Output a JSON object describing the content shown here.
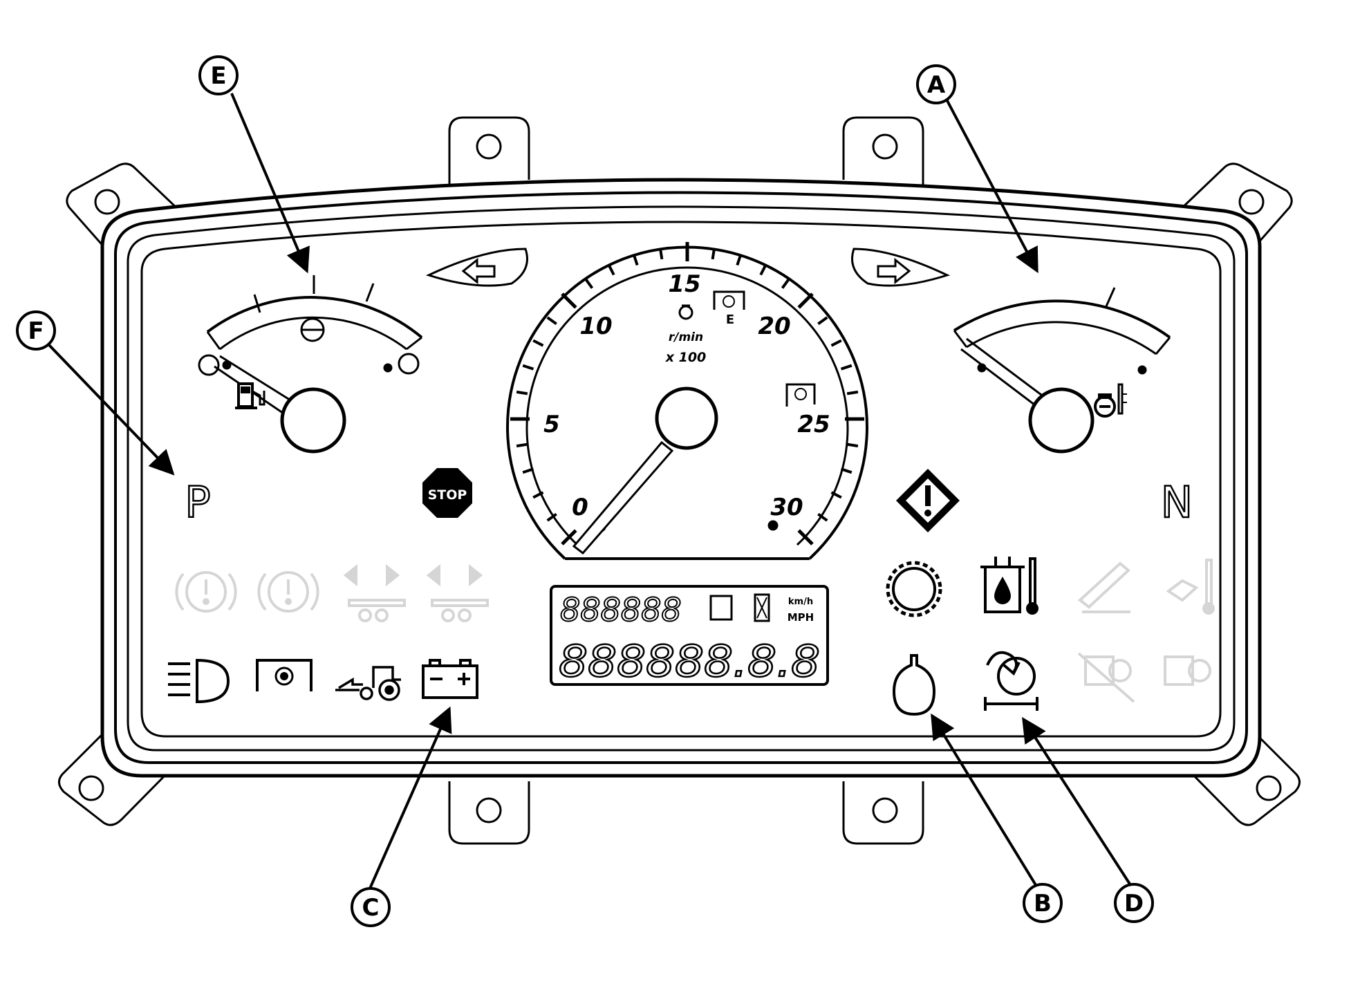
{
  "callouts": {
    "a": "A",
    "b": "B",
    "c": "C",
    "d": "D",
    "e": "E",
    "f": "F"
  },
  "tachometer": {
    "scale_labels": [
      "0",
      "5",
      "10",
      "15",
      "20",
      "25",
      "30"
    ],
    "unit_line1": "r/min",
    "unit_line2": "x 100",
    "eco_label": "E",
    "needle_value": 0
  },
  "lcd": {
    "unit_km": "km/h",
    "unit_mph": "MPH",
    "top_digits": "888888",
    "bottom_digits": "888888.8.8"
  },
  "indicators": {
    "park_letter": "P",
    "neutral_letter": "N",
    "stop_text": "STOP"
  },
  "icons": [
    "fuel-pump-icon",
    "coolant-temperature-icon",
    "turn-left-arrow-icon",
    "turn-right-arrow-icon",
    "stop-icon",
    "warning-icon",
    "brake-icon",
    "trailer-icon",
    "headlight-icon",
    "pto-icon",
    "tractor-icon",
    "battery-icon",
    "engine-gear-icon",
    "hydraulic-oil-icon",
    "engine-oil-icon",
    "air-filter-icon",
    "pedal-icon",
    "transmission-temperature-icon",
    "dpf-icon"
  ]
}
